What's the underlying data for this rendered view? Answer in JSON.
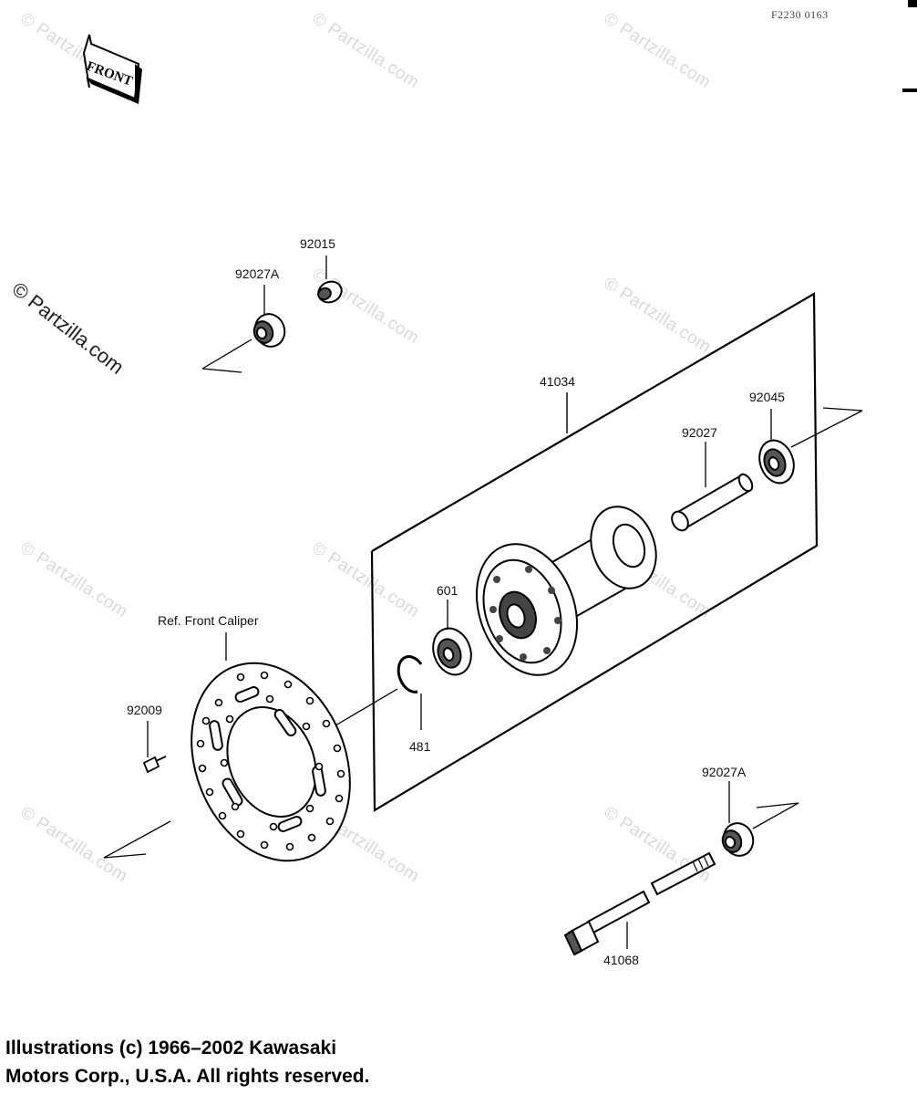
{
  "diagram_code": "F2230 0163",
  "front_label": "FRONT",
  "watermarks": {
    "main": "© Partzilla.com",
    "repeat": "© Partzilla.com"
  },
  "parts": {
    "bushing_upper_left": "92027A",
    "collar_top": "92015",
    "hub_assembly": "41034",
    "bearing_right": "92045",
    "spacer_tube": "92027",
    "bearing_left": "601",
    "circlip": "481",
    "disc_bolt": "92009",
    "bushing_lower_right": "92027A",
    "axle": "41068"
  },
  "ref_text": "Ref. Front Caliper",
  "copyright": {
    "line1": "Illustrations (c) 1966–2002 Kawasaki",
    "line2": "Motors Corp., U.S.A.  All rights reserved."
  },
  "colors": {
    "ink": "#111111",
    "watermark": "#d9d9d9"
  }
}
